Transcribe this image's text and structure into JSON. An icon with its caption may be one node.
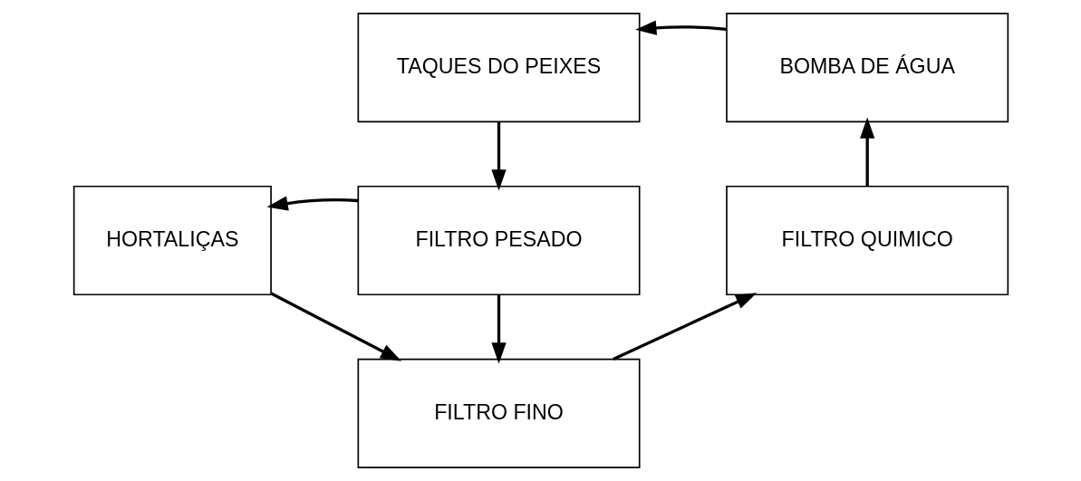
{
  "diagram": {
    "nodes": [
      {
        "text": [
          "TAQUES DO PEIXES"
        ]
      },
      {
        "text": [
          "BOMBA DE ÁGUA"
        ]
      },
      {
        "text": [
          "HORTALIÇAS"
        ]
      },
      {
        "text": [
          "FILTRO PESADO"
        ]
      },
      {
        "text": [
          "FILTRO QUIMICO"
        ]
      },
      {
        "text": [
          "FILTRO FINO"
        ]
      }
    ],
    "edges": [
      {
        "from": 1,
        "to": 0,
        "arrow": "to"
      },
      {
        "from": 0,
        "to": 3,
        "arrow": "to"
      },
      {
        "from": 3,
        "to": 2,
        "arrow": "to"
      },
      {
        "from": 2,
        "to": 5,
        "arrow": "to"
      },
      {
        "from": 3,
        "to": 5,
        "arrow": "to"
      },
      {
        "from": 5,
        "to": 4,
        "arrow": "to"
      },
      {
        "from": 4,
        "to": 1,
        "arrow": "to"
      }
    ]
  }
}
